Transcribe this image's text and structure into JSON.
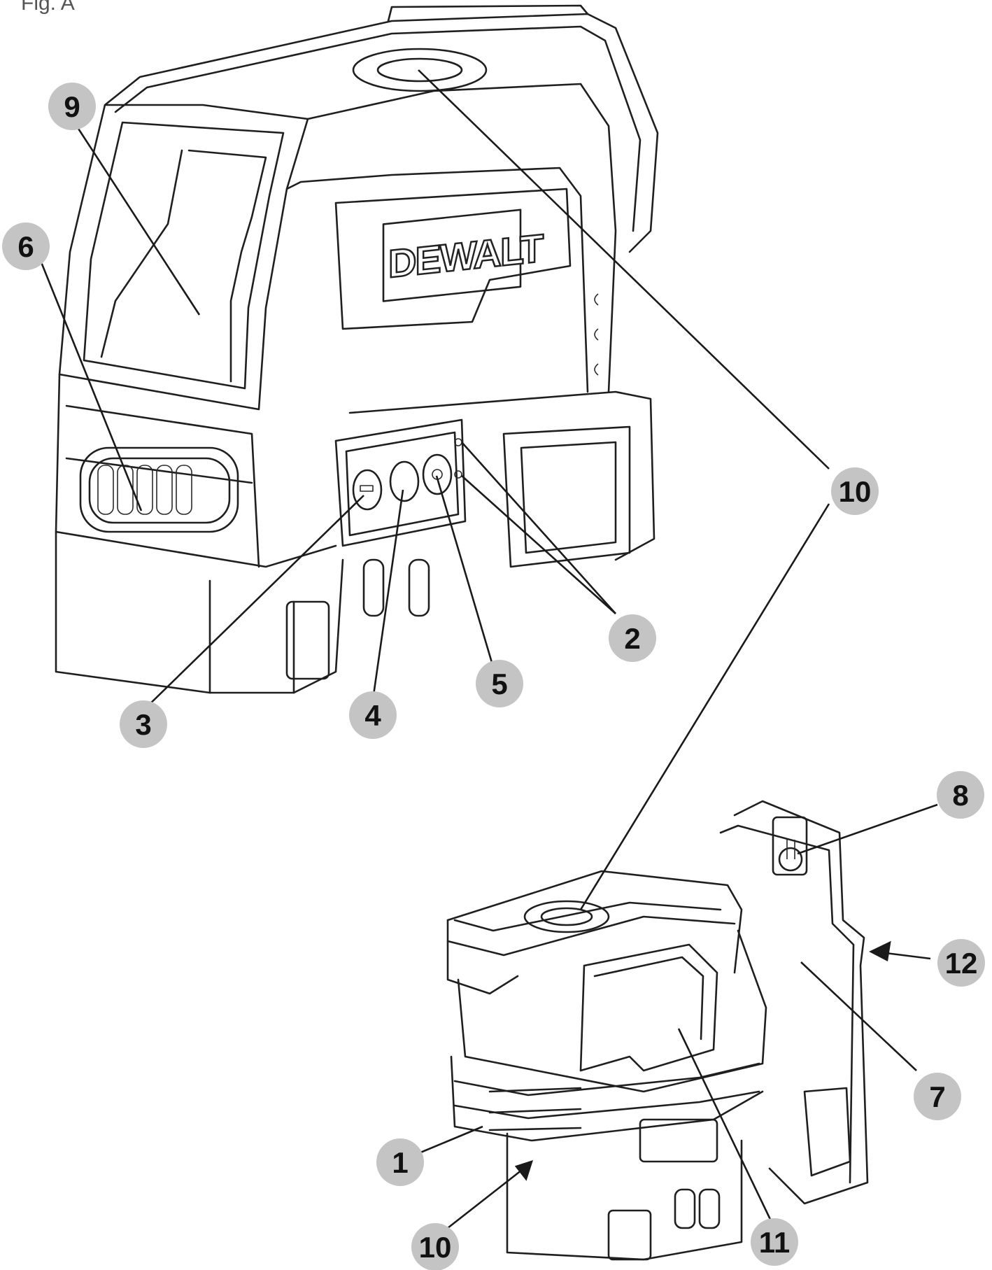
{
  "figure": {
    "caption": "Fig. A",
    "logo_text": "DEWALT"
  },
  "callouts": [
    {
      "id": "c1",
      "label": "1"
    },
    {
      "id": "c2",
      "label": "2"
    },
    {
      "id": "c3",
      "label": "3"
    },
    {
      "id": "c4",
      "label": "4"
    },
    {
      "id": "c5",
      "label": "5"
    },
    {
      "id": "c6",
      "label": "6"
    },
    {
      "id": "c7",
      "label": "7"
    },
    {
      "id": "c8",
      "label": "8"
    },
    {
      "id": "c9",
      "label": "9"
    },
    {
      "id": "c10a",
      "label": "10"
    },
    {
      "id": "c10b",
      "label": "10"
    },
    {
      "id": "c11",
      "label": "11"
    },
    {
      "id": "c12",
      "label": "12"
    }
  ],
  "colors": {
    "callout_fill": "#c4c4c4",
    "line_ink": "#1f1f1f"
  }
}
